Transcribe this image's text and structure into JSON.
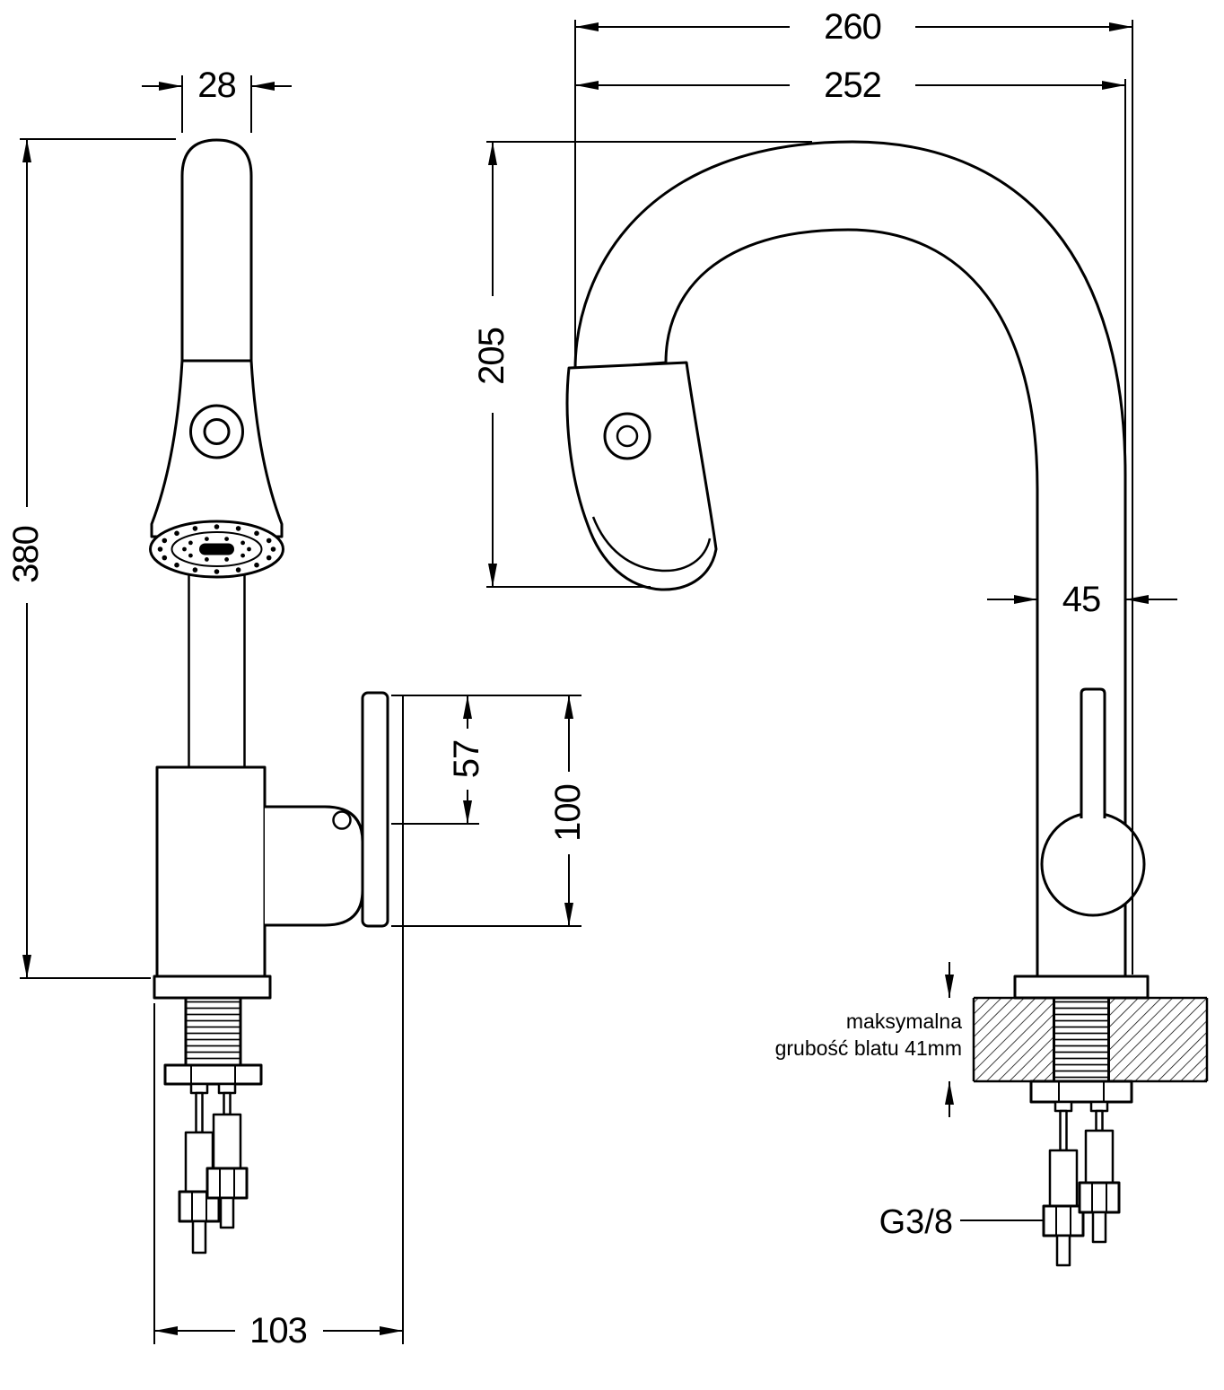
{
  "front_view": {
    "dim_spout_width": "28",
    "dim_total_height": "380",
    "dim_handle_top_offset": "57",
    "dim_handle_height": "100",
    "dim_base_depth": "103"
  },
  "side_view": {
    "dim_total_reach": "260",
    "dim_spout_reach": "252",
    "dim_spout_height": "205",
    "dim_column_width": "45",
    "counter_note_line1": "maksymalna",
    "counter_note_line2": "grubość blatu 41mm",
    "thread_spec": "G3/8"
  }
}
